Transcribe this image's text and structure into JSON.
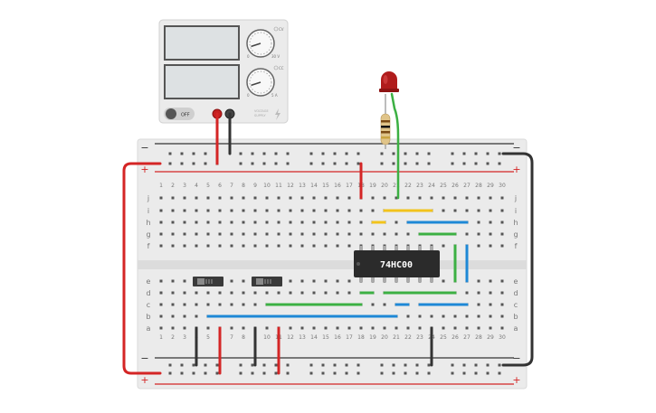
{
  "power_supply": {
    "voltage_knob_label": "30 V",
    "current_knob_label": "5 A",
    "knob_min_label": "0",
    "cc_label": "CC",
    "cv_label": "CV",
    "switch_label": "OFF",
    "brand_line1": "VOLTAGE",
    "brand_line2": "SUPPLY",
    "voltage_knob_level": 0.1,
    "current_knob_level": 0.1
  },
  "breadboard": {
    "columns": [
      "1",
      "2",
      "3",
      "4",
      "5",
      "6",
      "7",
      "8",
      "9",
      "10",
      "11",
      "12",
      "13",
      "14",
      "15",
      "16",
      "17",
      "18",
      "19",
      "20",
      "21",
      "22",
      "23",
      "24",
      "25",
      "26",
      "27",
      "28",
      "29",
      "30"
    ],
    "row_letters_top": [
      "j",
      "i",
      "h",
      "g",
      "f"
    ],
    "row_letters_bottom": [
      "e",
      "d",
      "c",
      "b",
      "a"
    ],
    "rail_minus": "−",
    "rail_plus": "+"
  },
  "chip": {
    "label": "74HC00"
  },
  "colors": {
    "red_wire": "#d42525",
    "black_wire": "#333333",
    "green_wire": "#3cb043",
    "blue_wire": "#1e88d6",
    "yellow_wire": "#f2c31b",
    "led": "#b01c1c",
    "board": "#ebebeb"
  }
}
